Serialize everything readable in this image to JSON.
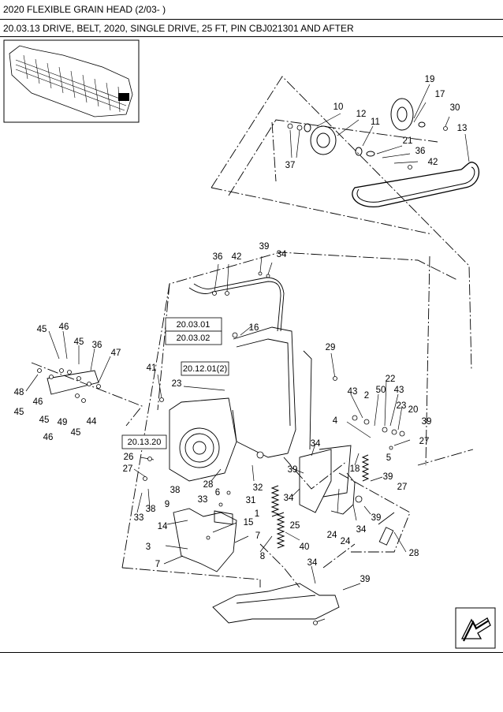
{
  "header": {
    "title": "2020 FLEXIBLE GRAIN HEAD (2/03- )",
    "subtitle": "20.03.13 DRIVE, BELT, 2020, SINGLE DRIVE, 25 FT, PIN CBJ021301 AND AFTER"
  },
  "diagram": {
    "references": [
      "20.03.01",
      "20.03.02",
      "20.12.01(2)",
      "20.13.20"
    ],
    "callouts": [
      "19",
      "17",
      "30",
      "10",
      "12",
      "11",
      "13",
      "21",
      "36",
      "42",
      "37",
      "36",
      "42",
      "39",
      "34",
      "16",
      "29",
      "45",
      "46",
      "45",
      "36",
      "47",
      "48",
      "46",
      "45",
      "45",
      "49",
      "46",
      "45",
      "44",
      "41",
      "23",
      "43",
      "2",
      "50",
      "22",
      "43",
      "23",
      "20",
      "39",
      "27",
      "4",
      "26",
      "27",
      "28",
      "32",
      "34",
      "18",
      "39",
      "5",
      "27",
      "39",
      "34",
      "33",
      "38",
      "9",
      "38",
      "33",
      "6",
      "31",
      "1",
      "25",
      "14",
      "15",
      "34",
      "39",
      "24",
      "24",
      "3",
      "7",
      "7",
      "8",
      "40",
      "28",
      "34",
      "39"
    ],
    "nav_icon": "next-page-arrow-icon"
  }
}
